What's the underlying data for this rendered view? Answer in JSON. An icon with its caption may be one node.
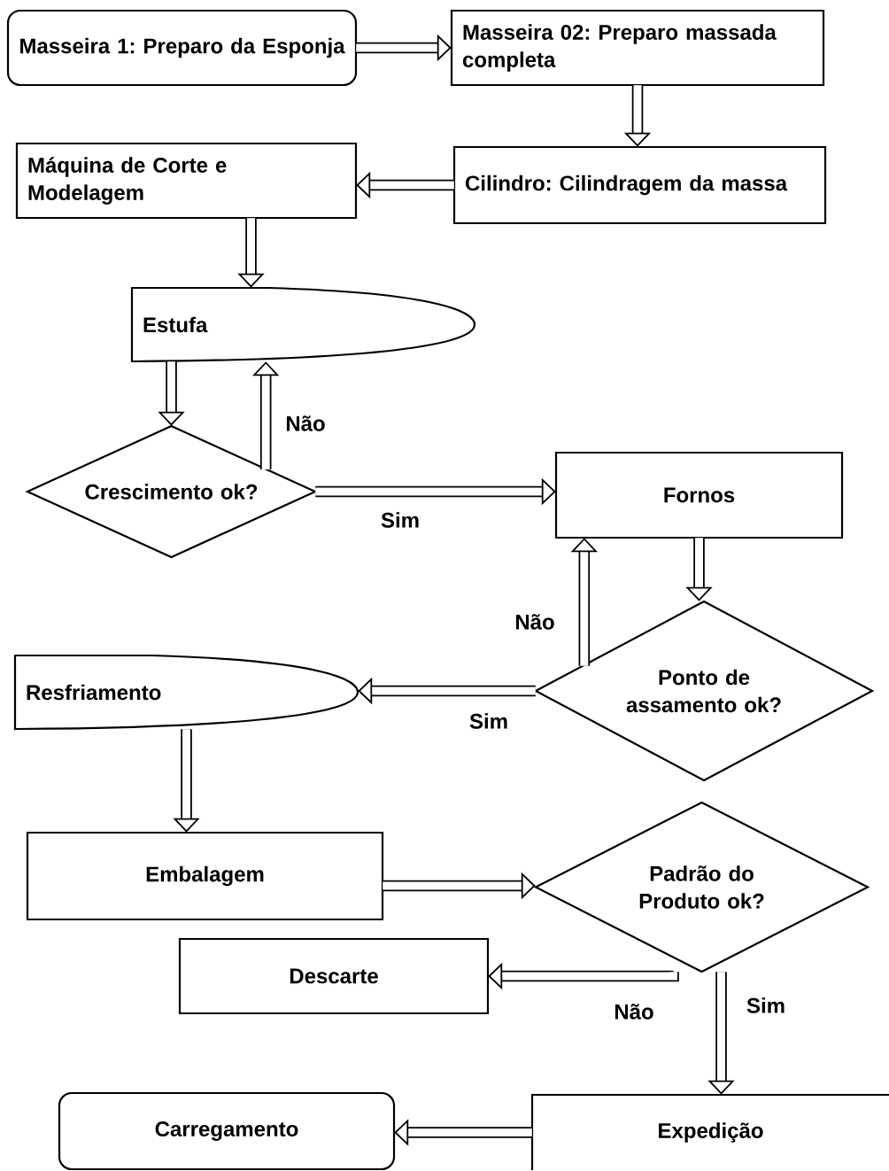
{
  "diagram": {
    "nodes": [
      {
        "text": [
          "Masseira 1: Preparo da Esponja"
        ]
      },
      {
        "text": [
          "Masseira 02: Preparo massada completa"
        ]
      },
      {
        "text": [
          "Cilindro: Cilindragem da massa"
        ]
      },
      {
        "text": [
          "Máquina de Corte e Modelagem"
        ]
      },
      {
        "text": [
          "Estufa"
        ]
      },
      {
        "text": [
          "Crescimento ok?"
        ]
      },
      {
        "text": [
          "Fornos"
        ]
      },
      {
        "text": [
          "Ponto de assamento ok?"
        ]
      },
      {
        "text": [
          "Resfriamento"
        ]
      },
      {
        "text": [
          "Embalagem"
        ]
      },
      {
        "text": [
          "Padrão do Produto ok?"
        ]
      },
      {
        "text": [
          "Descarte"
        ]
      },
      {
        "text": [
          "Expedição"
        ]
      },
      {
        "text": [
          "Carregamento"
        ]
      }
    ],
    "edges": [
      {
        "from": 0,
        "to": 1,
        "arrow": "to"
      },
      {
        "from": 1,
        "to": 2,
        "arrow": "to"
      },
      {
        "from": 2,
        "to": 3,
        "arrow": "to"
      },
      {
        "from": 3,
        "to": 4,
        "arrow": "to"
      },
      {
        "from": 4,
        "to": 5,
        "arrow": "to"
      },
      {
        "from": 5,
        "to": 4,
        "arrow": "to",
        "label": "Não"
      },
      {
        "from": 5,
        "to": 6,
        "arrow": "to",
        "label": "Sim"
      },
      {
        "from": 6,
        "to": 7,
        "arrow": "to"
      },
      {
        "from": 7,
        "to": 6,
        "arrow": "to",
        "label": "Não"
      },
      {
        "from": 7,
        "to": 8,
        "arrow": "to",
        "label": "Sim"
      },
      {
        "from": 8,
        "to": 9,
        "arrow": "to"
      },
      {
        "from": 9,
        "to": 10,
        "arrow": "to"
      },
      {
        "from": 10,
        "to": 11,
        "arrow": "to",
        "label": "Não"
      },
      {
        "from": 10,
        "to": 12,
        "arrow": "to",
        "label": "Sim"
      },
      {
        "from": 12,
        "to": 13,
        "arrow": "to"
      }
    ]
  }
}
